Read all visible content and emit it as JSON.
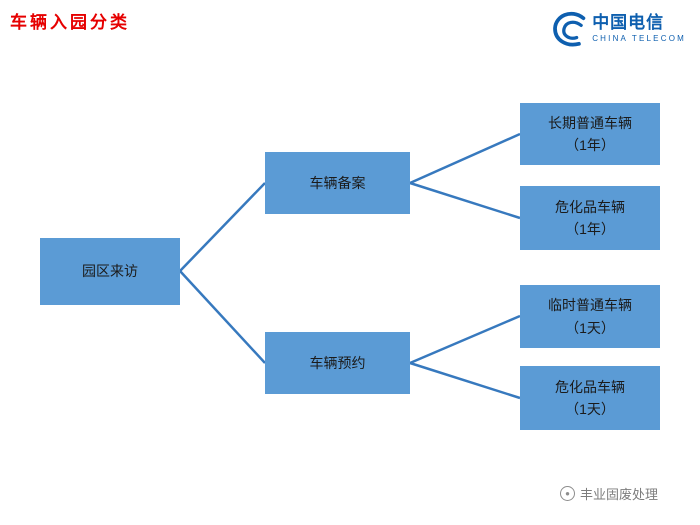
{
  "page": {
    "title": "车辆入园分类"
  },
  "logo": {
    "name_cn": "中国电信",
    "name_en": "CHINA TELECOM",
    "color": "#0e5faf"
  },
  "diagram": {
    "box_color": "#5b9bd5",
    "line_color": "#3779be",
    "root": {
      "label": "园区来访"
    },
    "level2": [
      {
        "label": "车辆备案"
      },
      {
        "label": "车辆预约"
      }
    ],
    "leaves": [
      {
        "line1": "长期普通车辆",
        "line2": "（1年）"
      },
      {
        "line1": "危化品车辆",
        "line2": "（1年）"
      },
      {
        "line1": "临时普通车辆",
        "line2": "（1天）"
      },
      {
        "line1": "危化品车辆",
        "line2": "（1天）"
      }
    ]
  },
  "footer": {
    "watermark": "丰业固废处理",
    "watermark_icon": "logo-circle-icon"
  }
}
